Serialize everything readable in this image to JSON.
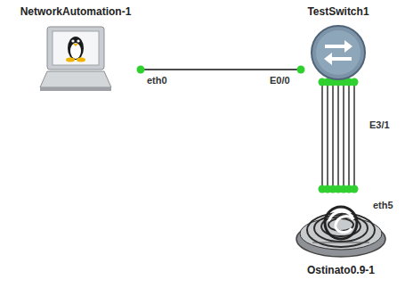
{
  "diagram": {
    "nodes": [
      {
        "text": [
          "NetworkAutomation-1"
        ]
      },
      {
        "text": [
          "TestSwitch1"
        ]
      },
      {
        "text": [
          "Ostinato0.9-1"
        ]
      }
    ],
    "edges": [
      {
        "from": 0,
        "to": 1,
        "arrow": "none"
      },
      {
        "from": 1,
        "to": 2,
        "arrow": "none"
      },
      {
        "from": 1,
        "to": 2,
        "arrow": "none"
      },
      {
        "from": 1,
        "to": 2,
        "arrow": "none"
      },
      {
        "from": 1,
        "to": 2,
        "arrow": "none"
      },
      {
        "from": 1,
        "to": 2,
        "arrow": "none"
      },
      {
        "from": 1,
        "to": 2,
        "arrow": "none"
      },
      {
        "from": 1,
        "to": 2,
        "arrow": "none"
      }
    ],
    "labels": [
      "eth0",
      "E0/0",
      "E3/1",
      "eth5"
    ]
  }
}
